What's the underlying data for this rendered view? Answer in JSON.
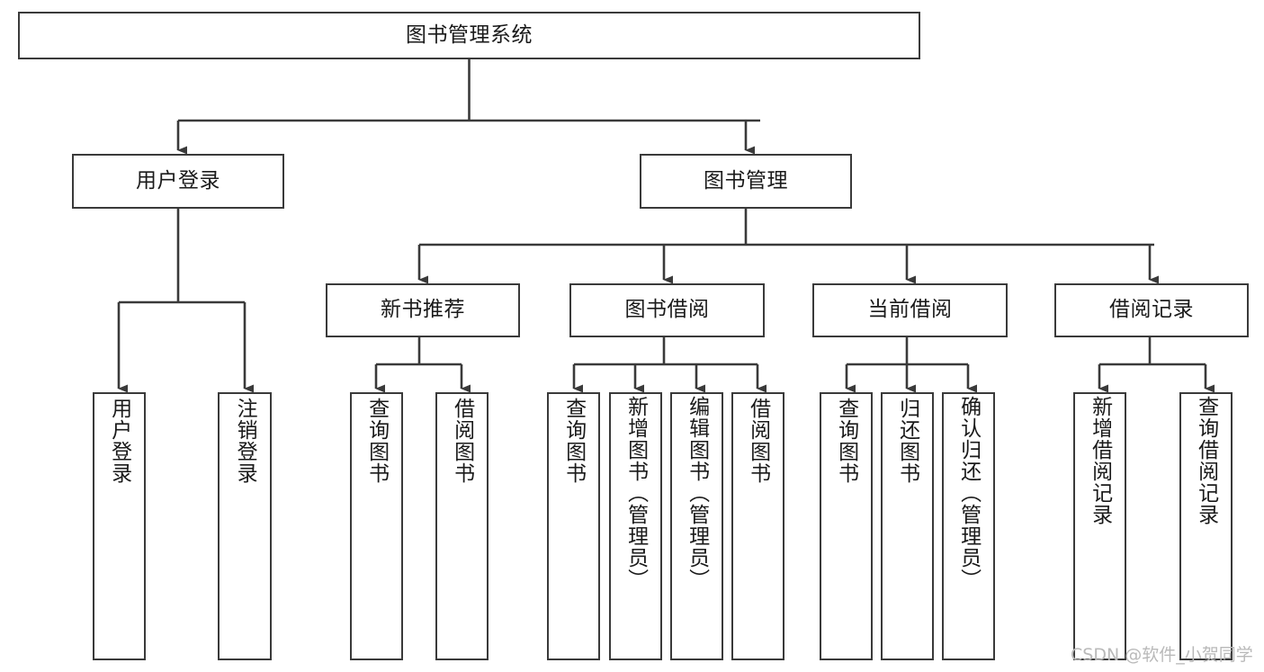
{
  "diagram": {
    "title": "图书管理系统",
    "type": "tree-hierarchy-diagram",
    "theme": {
      "background": "#ffffff",
      "box_border": "#3a3a3a",
      "box_fill": "#ffffff",
      "text": "#1a1a1a",
      "connector": "#3a3a3a",
      "watermark": "#b9b9b9"
    },
    "root": {
      "label": "图书管理系统"
    },
    "level2": [
      {
        "id": "user-login",
        "label": "用户登录"
      },
      {
        "id": "book-manage",
        "label": "图书管理"
      }
    ],
    "level3": [
      {
        "id": "new-book-recommend",
        "label": "新书推荐"
      },
      {
        "id": "book-borrow",
        "label": "图书借阅"
      },
      {
        "id": "current-borrow",
        "label": "当前借阅"
      },
      {
        "id": "borrow-record",
        "label": "借阅记录"
      }
    ],
    "leaves": [
      {
        "id": "leaf-user-login",
        "label": "用户登录",
        "parent": "user-login"
      },
      {
        "id": "leaf-user-logout",
        "label": "注销登录",
        "parent": "user-login"
      },
      {
        "id": "leaf-query-book-1",
        "label": "查询图书",
        "parent": "new-book-recommend"
      },
      {
        "id": "leaf-borrow-book-1",
        "label": "借阅图书",
        "parent": "new-book-recommend"
      },
      {
        "id": "leaf-query-book-2",
        "label": "查询图书",
        "parent": "book-borrow"
      },
      {
        "id": "leaf-add-book",
        "label": "新增图书（管理员）",
        "parent": "book-borrow"
      },
      {
        "id": "leaf-edit-book",
        "label": "编辑图书（管理员）",
        "parent": "book-borrow"
      },
      {
        "id": "leaf-borrow-book-2",
        "label": "借阅图书",
        "parent": "book-borrow"
      },
      {
        "id": "leaf-query-book-3",
        "label": "查询图书",
        "parent": "current-borrow"
      },
      {
        "id": "leaf-return-book",
        "label": "归还图书",
        "parent": "current-borrow"
      },
      {
        "id": "leaf-confirm-return",
        "label": "确认归还（管理员）",
        "parent": "current-borrow"
      },
      {
        "id": "leaf-add-record",
        "label": "新增借阅记录",
        "parent": "borrow-record"
      },
      {
        "id": "leaf-query-record",
        "label": "查询借阅记录",
        "parent": "borrow-record"
      }
    ],
    "watermark": "CSDN @软件_小贺同学"
  }
}
